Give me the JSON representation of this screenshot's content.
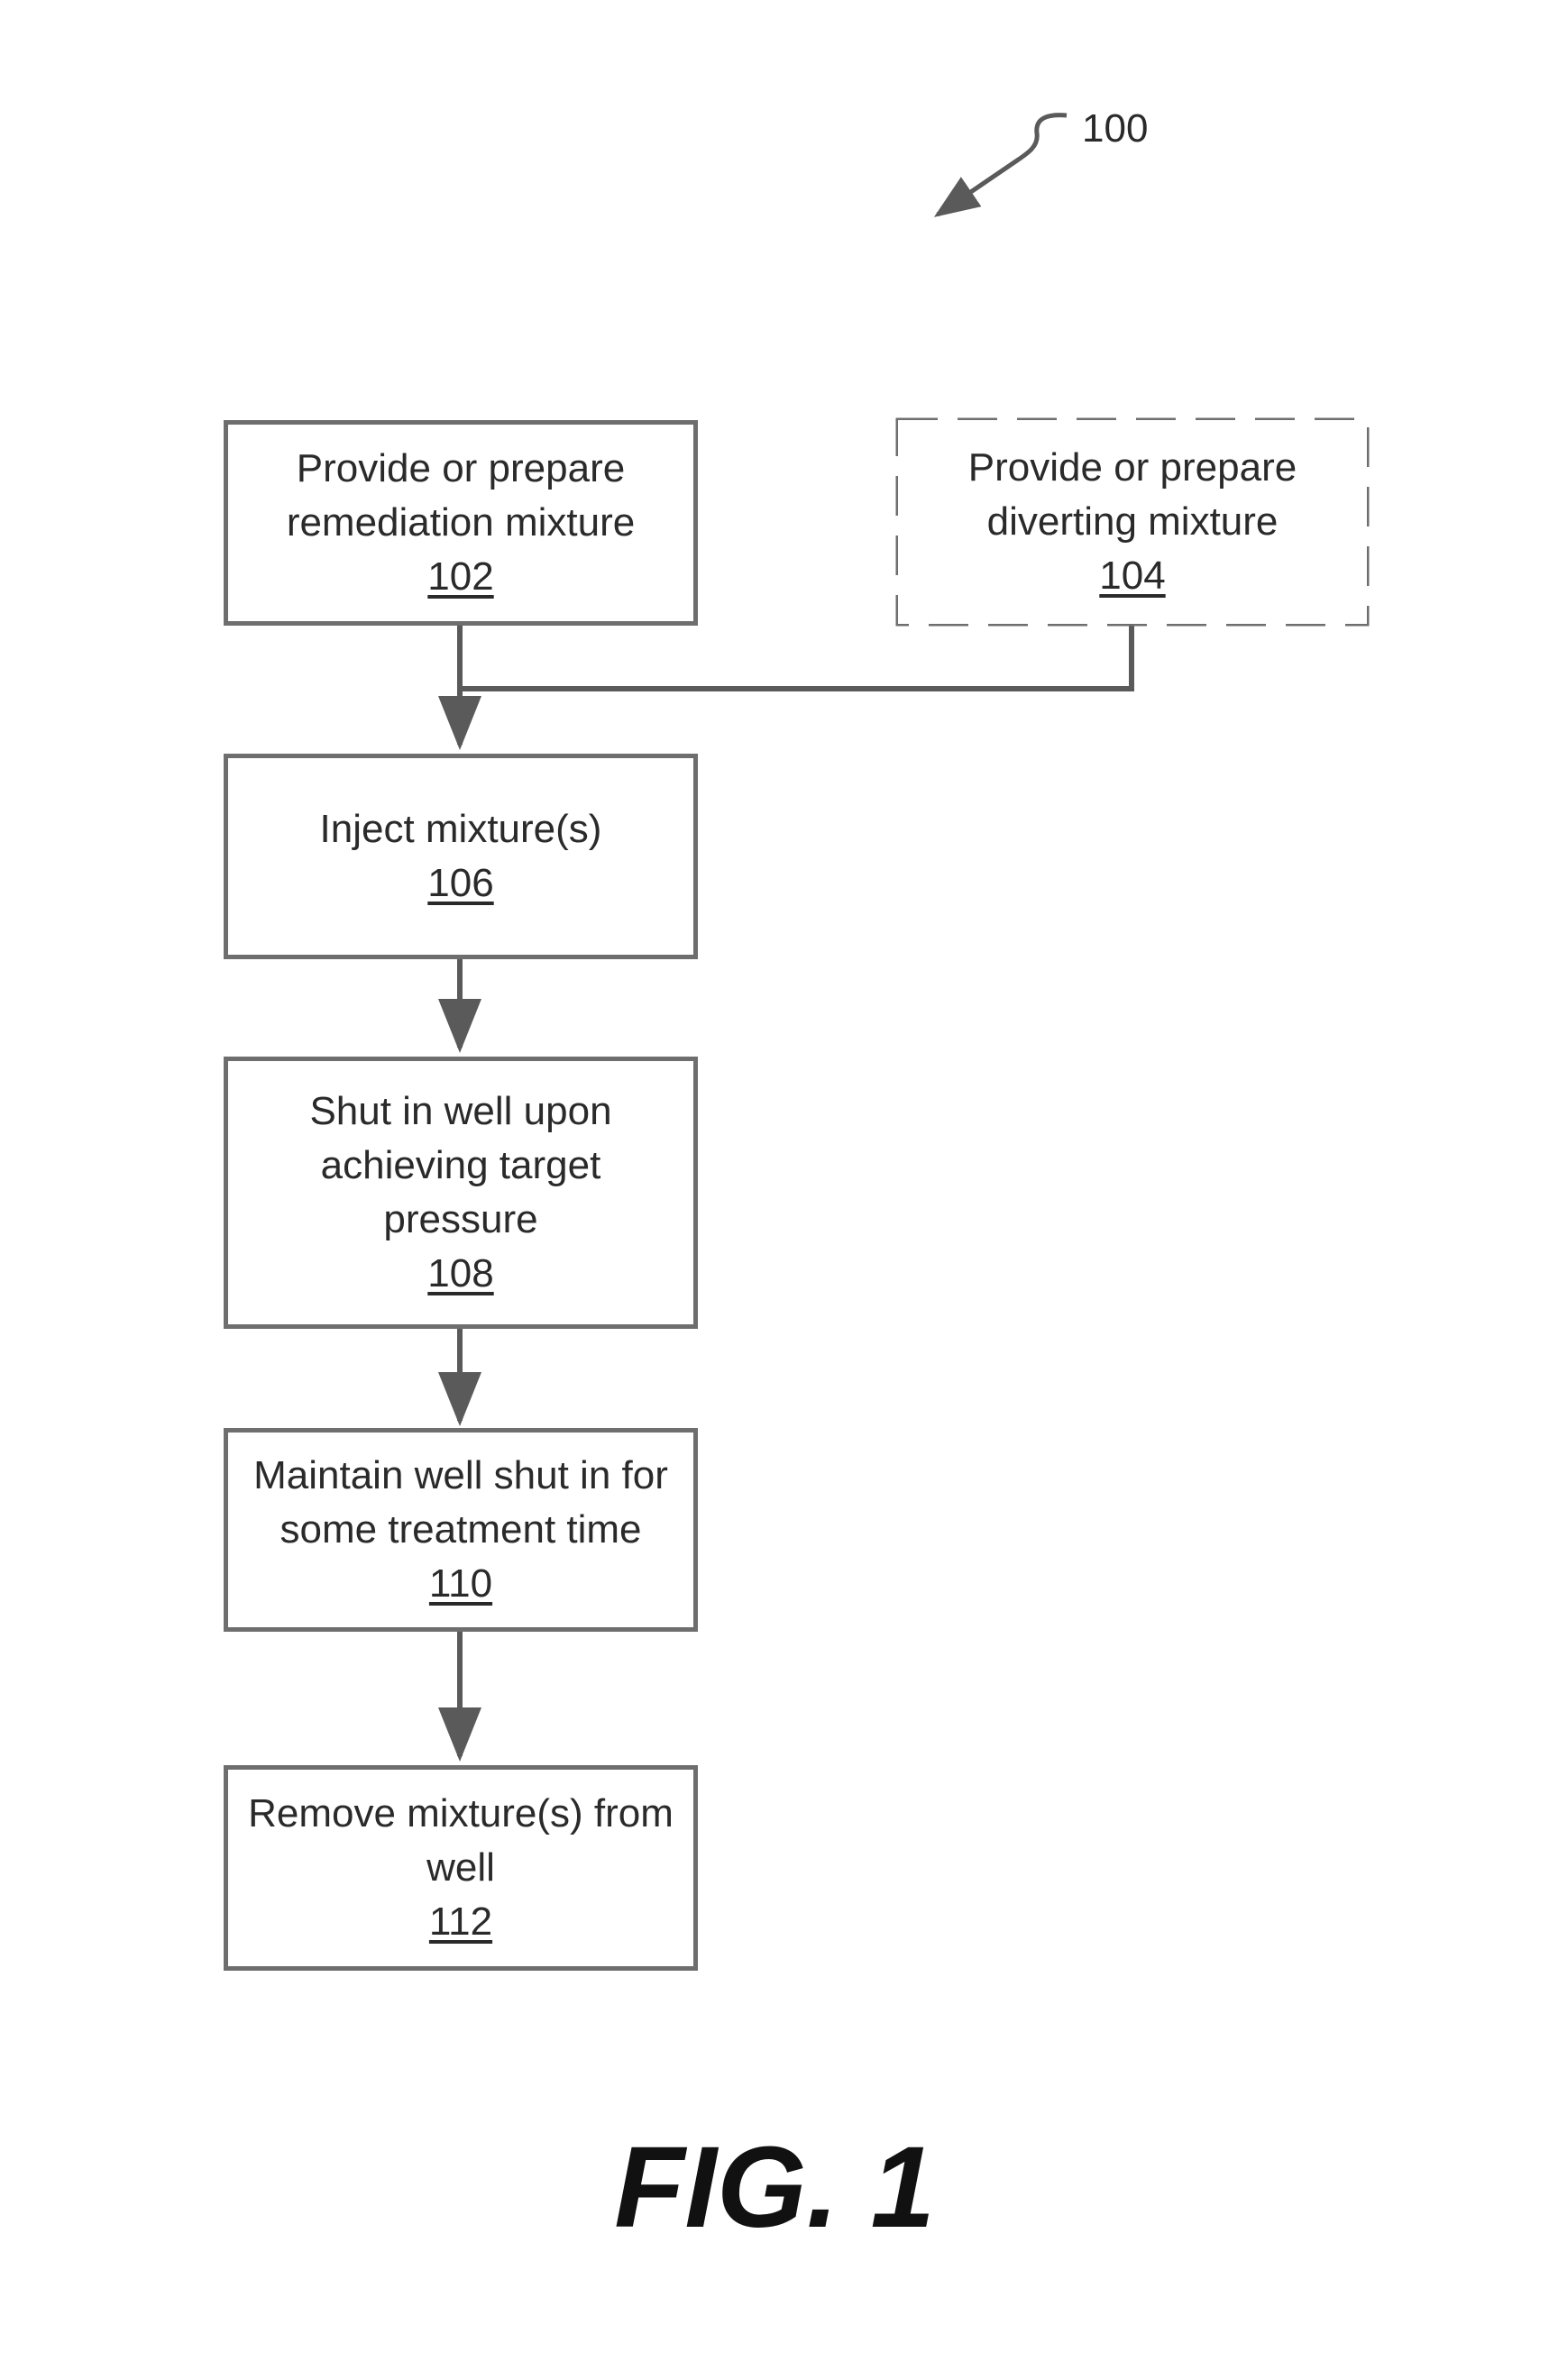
{
  "diagram": {
    "ref_numeral": "100",
    "steps": [
      {
        "id": "102",
        "lines": [
          "Provide or prepare",
          "remediation mixture"
        ],
        "optional": false
      },
      {
        "id": "104",
        "lines": [
          "Provide or prepare",
          "diverting mixture"
        ],
        "optional": true
      },
      {
        "id": "106",
        "lines": [
          "Inject mixture(s)"
        ],
        "optional": false
      },
      {
        "id": "108",
        "lines": [
          "Shut in well upon",
          "achieving target",
          "pressure"
        ],
        "optional": false
      },
      {
        "id": "110",
        "lines": [
          "Maintain well shut in for",
          "some treatment time"
        ],
        "optional": false
      },
      {
        "id": "112",
        "lines": [
          "Remove mixture(s) from",
          "well"
        ],
        "optional": false
      }
    ],
    "connections": [
      {
        "from": "102",
        "to": "106"
      },
      {
        "from": "104",
        "to": "106"
      },
      {
        "from": "106",
        "to": "108"
      },
      {
        "from": "108",
        "to": "110"
      },
      {
        "from": "110",
        "to": "112"
      }
    ],
    "figure_label": "FIG. 1"
  }
}
